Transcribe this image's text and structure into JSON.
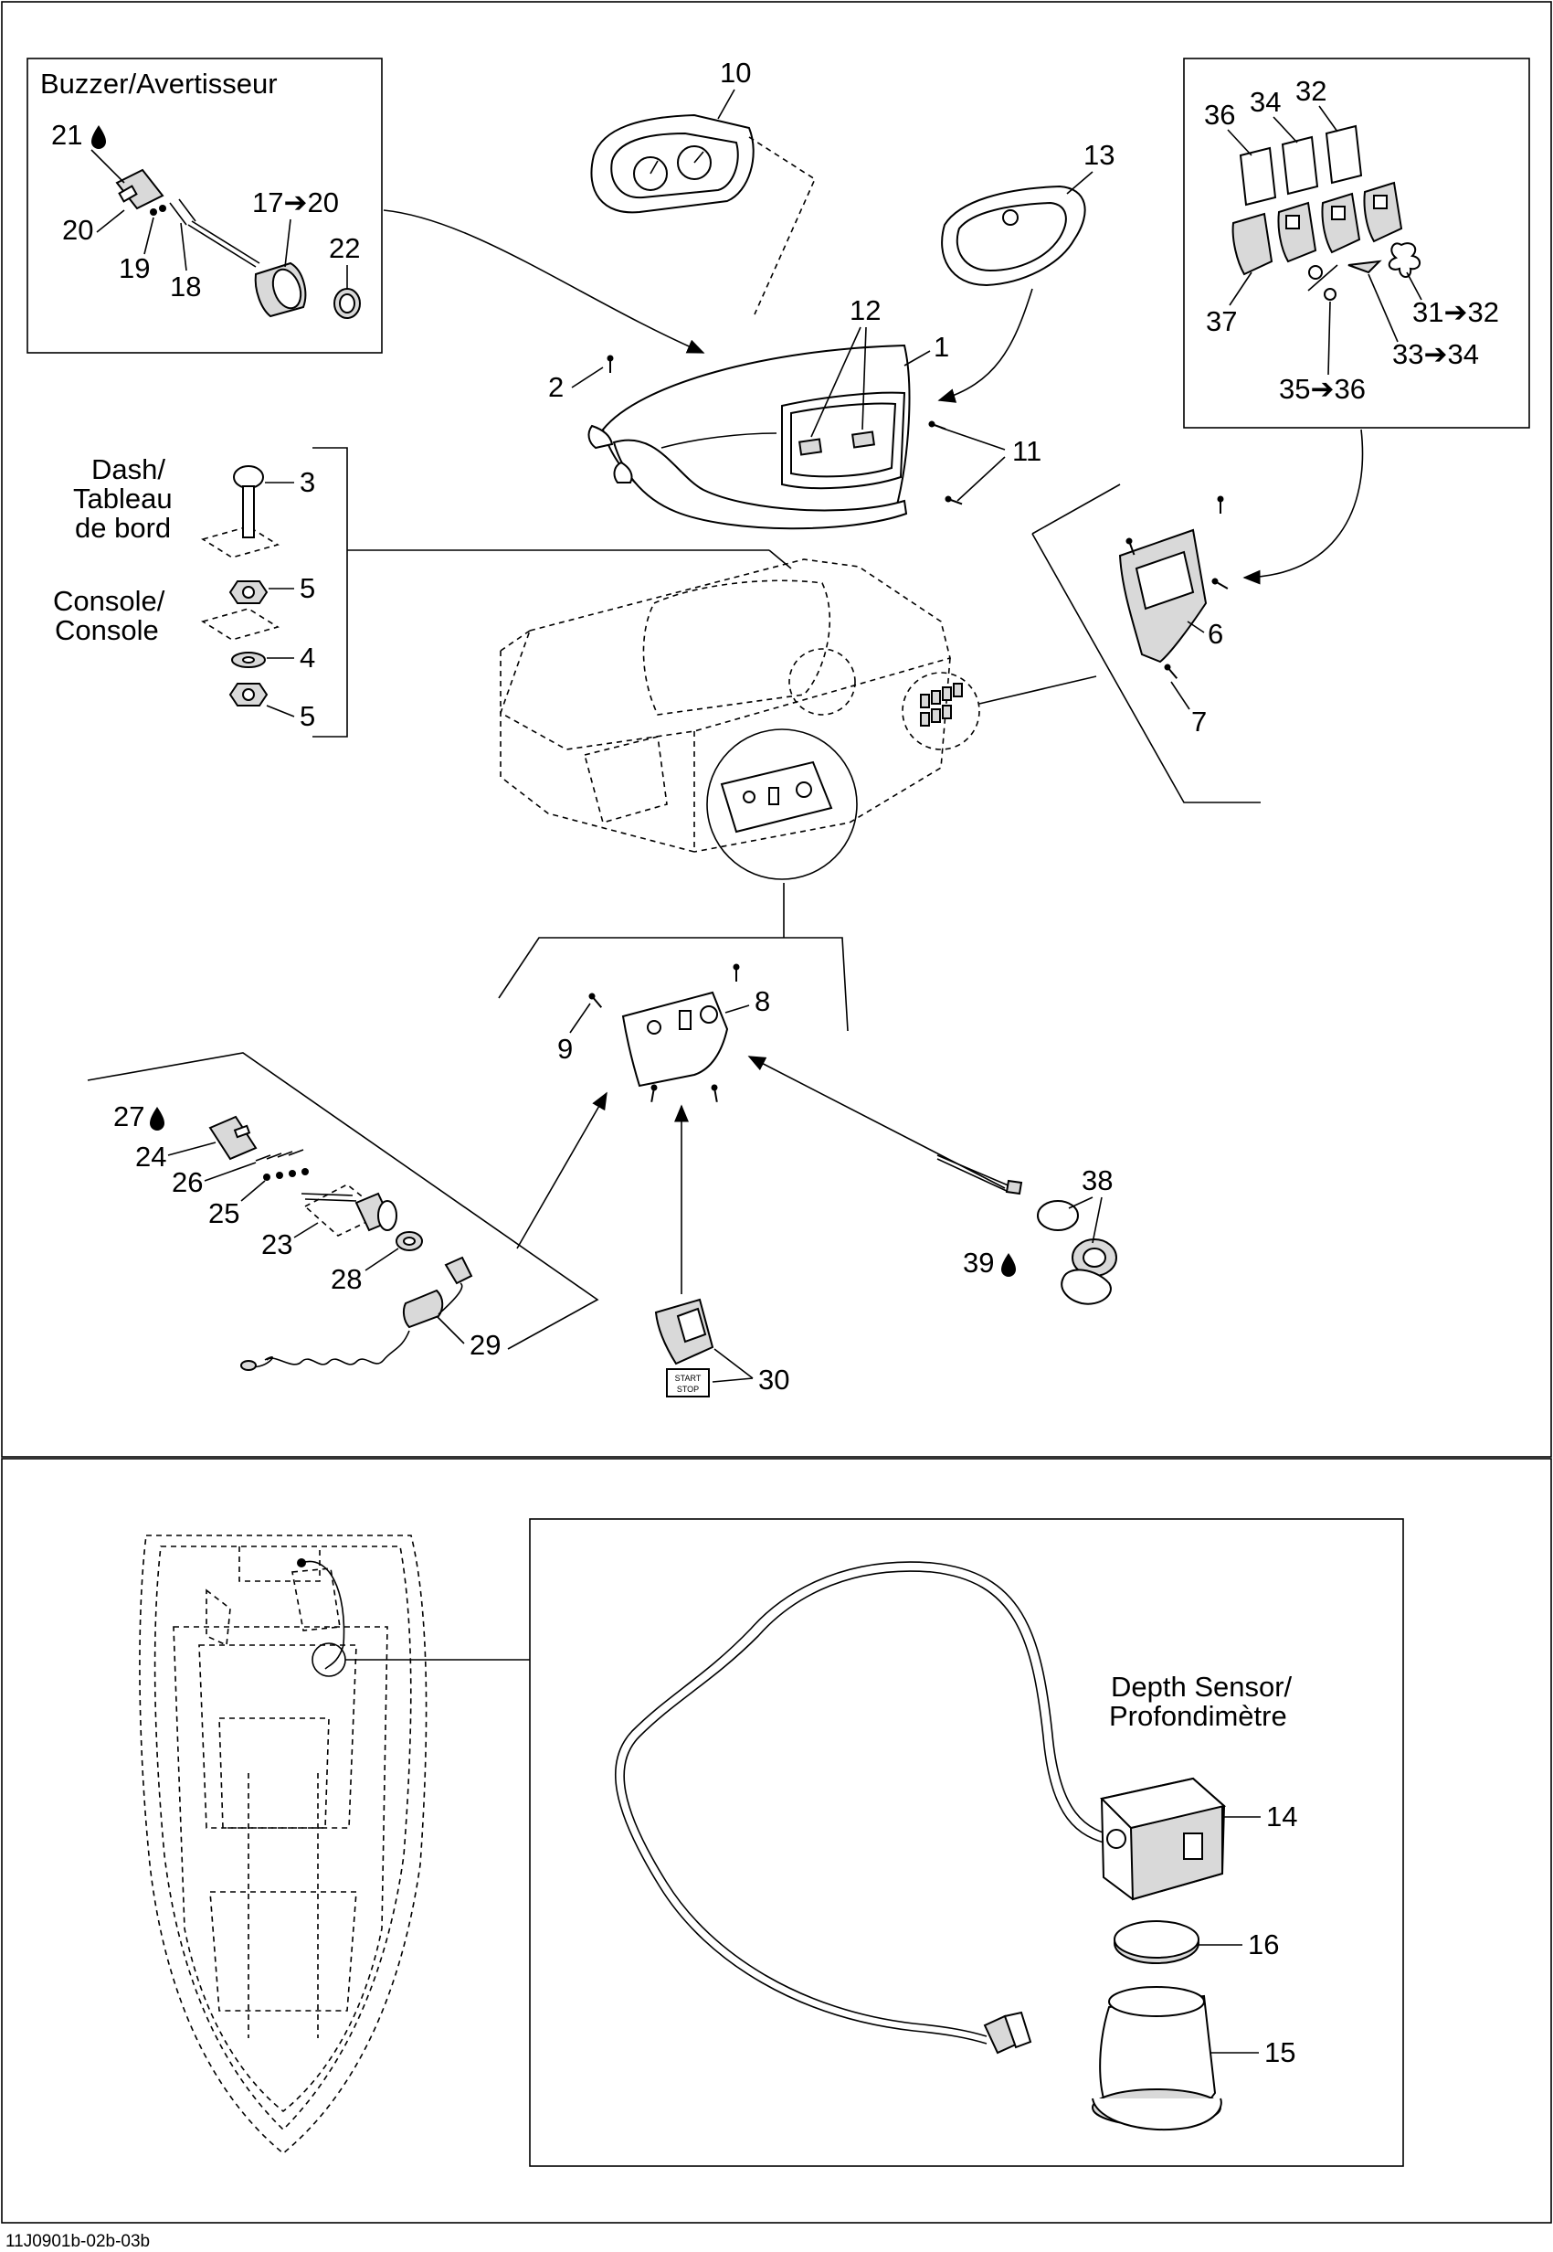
{
  "diagram_code": "11J0901b-02b-03b",
  "boxes": {
    "buzzer": "Buzzer/Avertisseur",
    "dash_1": "Dash/",
    "dash_2": "Tableau",
    "dash_3": "de bord",
    "console_1": "Console/",
    "console_2": "Console",
    "depth_1": "Depth Sensor/",
    "depth_2": "Profondimètre"
  },
  "callouts": {
    "c1": "1",
    "c2": "2",
    "c3": "3",
    "c4": "4",
    "c5a": "5",
    "c5b": "5",
    "c6": "6",
    "c7": "7",
    "c8": "8",
    "c9": "9",
    "c10": "10",
    "c11": "11",
    "c12": "12",
    "c13": "13",
    "c14": "14",
    "c15": "15",
    "c16": "16",
    "c17": "17➔20",
    "c18": "18",
    "c19": "19",
    "c20": "20",
    "c21": "21",
    "c22": "22",
    "c23": "23",
    "c24": "24",
    "c25": "25",
    "c26": "26",
    "c27": "27",
    "c28": "28",
    "c29": "29",
    "c30": "30",
    "c31": "31➔32",
    "c32": "32",
    "c33": "33➔34",
    "c34": "34",
    "c35": "35➔36",
    "c36": "36",
    "c37": "37",
    "c38": "38",
    "c39": "39"
  },
  "switch_text": {
    "line1": "START",
    "line2": "STOP"
  }
}
